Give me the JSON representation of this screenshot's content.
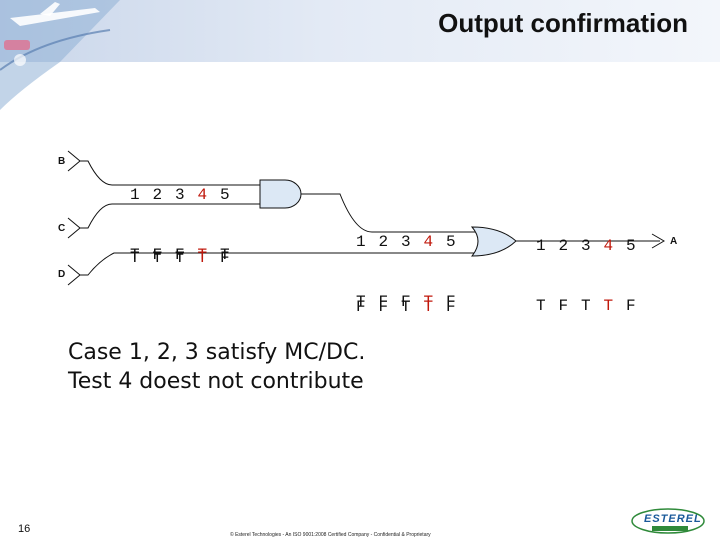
{
  "title": "Output confirmation",
  "inputs": {
    "b": "B",
    "c": "C",
    "d": "D",
    "a": "A"
  },
  "tables": {
    "b": {
      "header": [
        "1",
        "2",
        "3",
        "4",
        "5"
      ],
      "values": [
        "T",
        "F",
        "F",
        "T",
        "T"
      ],
      "highlight_index": 3
    },
    "c": {
      "values": [
        "T",
        "T",
        "T",
        "T",
        "F"
      ],
      "highlight_index": 3
    },
    "and_out": {
      "header": [
        "1",
        "2",
        "3",
        "4",
        "5"
      ],
      "values": [
        "T",
        "F",
        "F",
        "T",
        "F"
      ],
      "highlight_index": 3
    },
    "d": {
      "values": [
        "F",
        "F",
        "T",
        "T",
        "F"
      ],
      "highlight_index": 3
    },
    "or_out": {
      "header": [
        "1",
        "2",
        "3",
        "4",
        "5"
      ],
      "values": [
        "T",
        "F",
        "T",
        "T",
        "F"
      ],
      "highlight_index": 3
    }
  },
  "note": {
    "line1": "Case 1, 2, 3 satisfy MC/DC.",
    "line2": "Test 4 doest not contribute"
  },
  "footer": {
    "page_number": "16",
    "copyright": "© Esterel Technologies - An ISO 9001:2008 Certified Company - Confidential & Proprietary",
    "logo_text": "ESTEREL"
  },
  "colors": {
    "highlight": "#c0180c",
    "gate_fill": "#dce8f5",
    "header_band": "#c9d6ea"
  }
}
